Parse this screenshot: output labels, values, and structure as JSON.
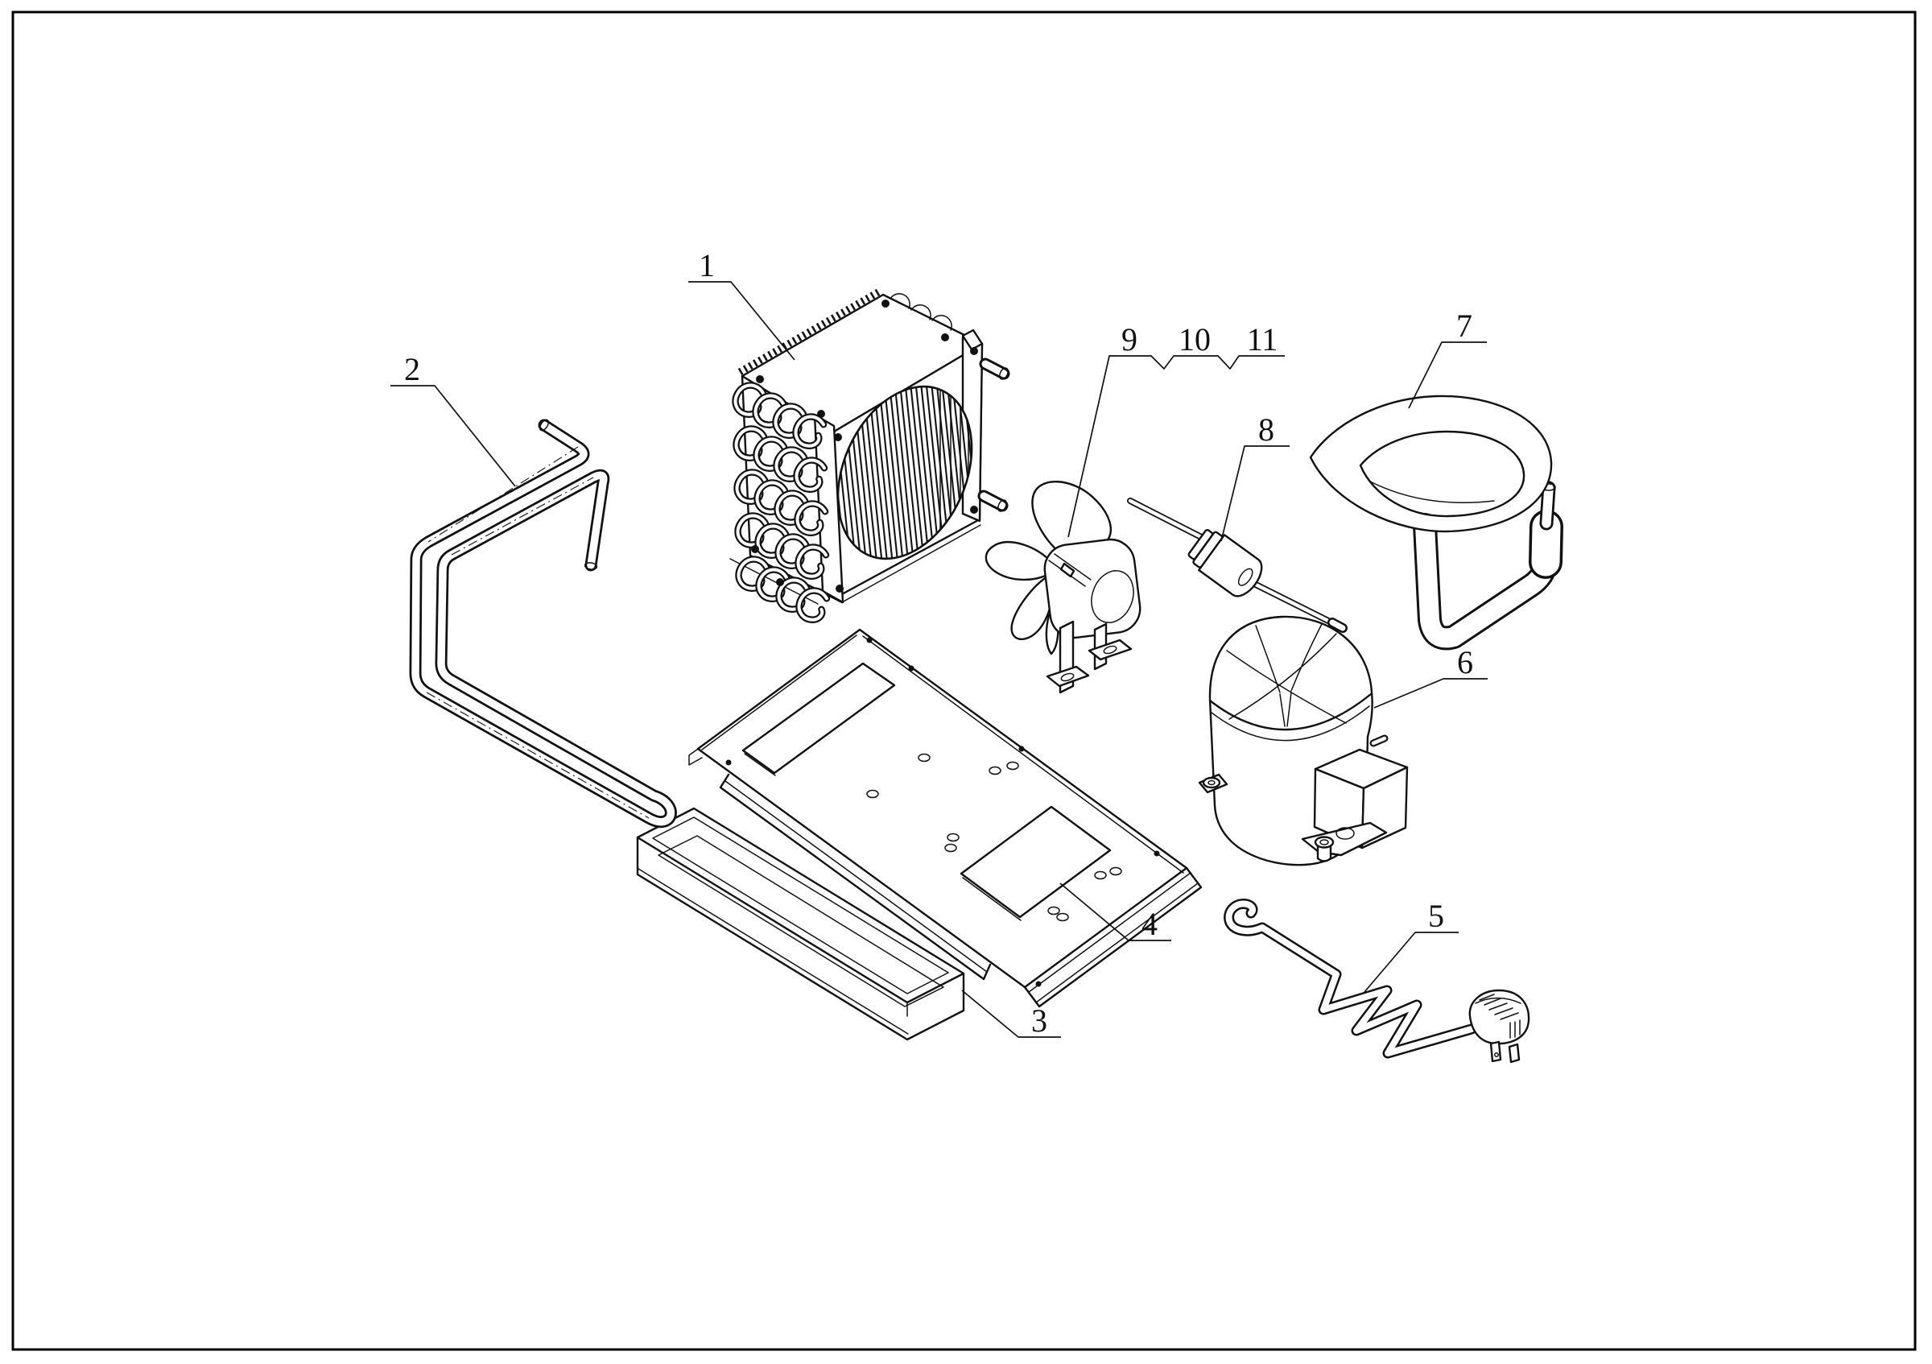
{
  "figure": {
    "background_color": "#ffffff",
    "line_color": "#111111",
    "frame_color": "#000000"
  },
  "labels": {
    "l1": "1",
    "l2": "2",
    "l3": "3",
    "l4": "4",
    "l5": "5",
    "l6": "6",
    "l7": "7",
    "l8": "8",
    "l9": "9",
    "l10": "10",
    "l11": "11"
  }
}
